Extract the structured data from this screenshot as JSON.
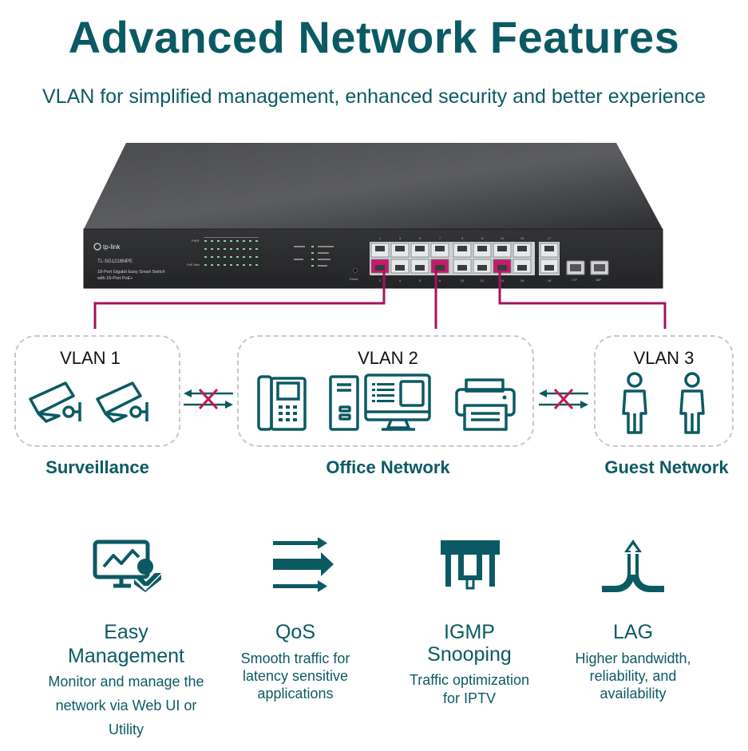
{
  "header": {
    "title": "Advanced Network Features",
    "subtitle": "VLAN for simplified management, enhanced security and better experience"
  },
  "switch": {
    "brand": "tp-link",
    "model": "TL-SG1218MPE",
    "description_line1": "18-Port Gigabit Easy Smart Switch",
    "description_line2": "with 16-Port PoE+",
    "power_label": "PWR",
    "poe_max_label": "PoE Max",
    "reset_label": "Reset",
    "sfp_port_labels": [
      "17F",
      "18F"
    ],
    "top_port_numbers": [
      "1",
      "3",
      "5",
      "7",
      "9",
      "11",
      "13",
      "15",
      "17"
    ],
    "bottom_port_numbers": [
      "2",
      "4",
      "6",
      "8",
      "10",
      "12",
      "14",
      "16",
      "18"
    ]
  },
  "vlans": [
    {
      "id": "vlan1",
      "label": "VLAN 1",
      "group": "Surveillance",
      "devices": [
        "camera-icon",
        "camera-icon"
      ]
    },
    {
      "id": "vlan2",
      "label": "VLAN 2",
      "group": "Office Network",
      "devices": [
        "ip-phone-icon",
        "desktop-computer-icon",
        "printer-icon"
      ]
    },
    {
      "id": "vlan3",
      "label": "VLAN 3",
      "group": "Guest Network",
      "devices": [
        "person-icon",
        "person-icon"
      ]
    }
  ],
  "features": [
    {
      "icon": "monitor-check-icon",
      "title_line1": "Easy",
      "title_line2": "Management",
      "desc_lines": [
        "Monitor and manage the",
        "network via Web UI or",
        "Utility"
      ]
    },
    {
      "icon": "arrows-right-icon",
      "title_line1": "QoS",
      "title_line2": "",
      "desc_lines": [
        "Smooth traffic for",
        "latency sensitive",
        "applications"
      ]
    },
    {
      "icon": "igmp-icon",
      "title_line1": "IGMP",
      "title_line2": "Snooping",
      "desc_lines": [
        "Traffic optimization",
        "for IPTV"
      ]
    },
    {
      "icon": "lag-merge-icon",
      "title_line1": "LAG",
      "title_line2": "",
      "desc_lines": [
        "Higher bandwidth,",
        "reliability, and",
        "availability"
      ]
    }
  ],
  "colors": {
    "primary": "#0b5a63",
    "link_line": "#a3145e",
    "blocked_x": "#c2185b",
    "box_border": "#c8c8c8",
    "switch_body": "#3a3b3d",
    "switch_front": "#2b2c2e"
  }
}
